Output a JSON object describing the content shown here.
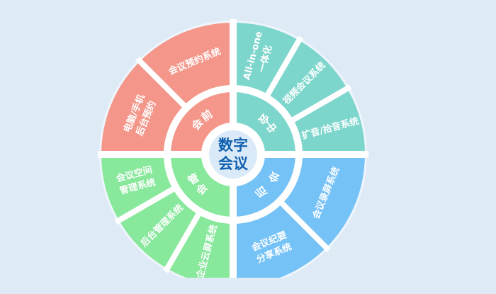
{
  "center": {
    "line1": "数字",
    "line2": "会议"
  },
  "colors": {
    "background": "#deebf7",
    "salmon": "#f4978a",
    "teal": "#7dd6cc",
    "blue": "#75c2f7",
    "green": "#88e89c",
    "center_fill": "#dbeaf8",
    "center_text": "#1060b0"
  },
  "quadrants": [
    {
      "id": "before",
      "label": "会前",
      "color": "#f4978a",
      "items": [
        [
          "电脑/手机",
          "后台预约"
        ],
        [
          "会议预约系统"
        ]
      ]
    },
    {
      "id": "during",
      "label": "会中",
      "color": "#7dd6cc",
      "items": [
        [
          "All-in-one",
          "一体化"
        ],
        [
          "视频会议系统"
        ],
        [
          "扩音/拾音系统"
        ]
      ]
    },
    {
      "id": "after",
      "label": "会后",
      "color": "#75c2f7",
      "items": [
        [
          "会议录屏系统"
        ],
        [
          "会议纪要",
          "分享系统"
        ]
      ]
    },
    {
      "id": "manage",
      "label": "会管",
      "color": "#88e89c",
      "items": [
        [
          "企业云屏系统"
        ],
        [
          "后台管理系统"
        ],
        [
          "会议空间",
          "管理系统"
        ]
      ]
    }
  ]
}
